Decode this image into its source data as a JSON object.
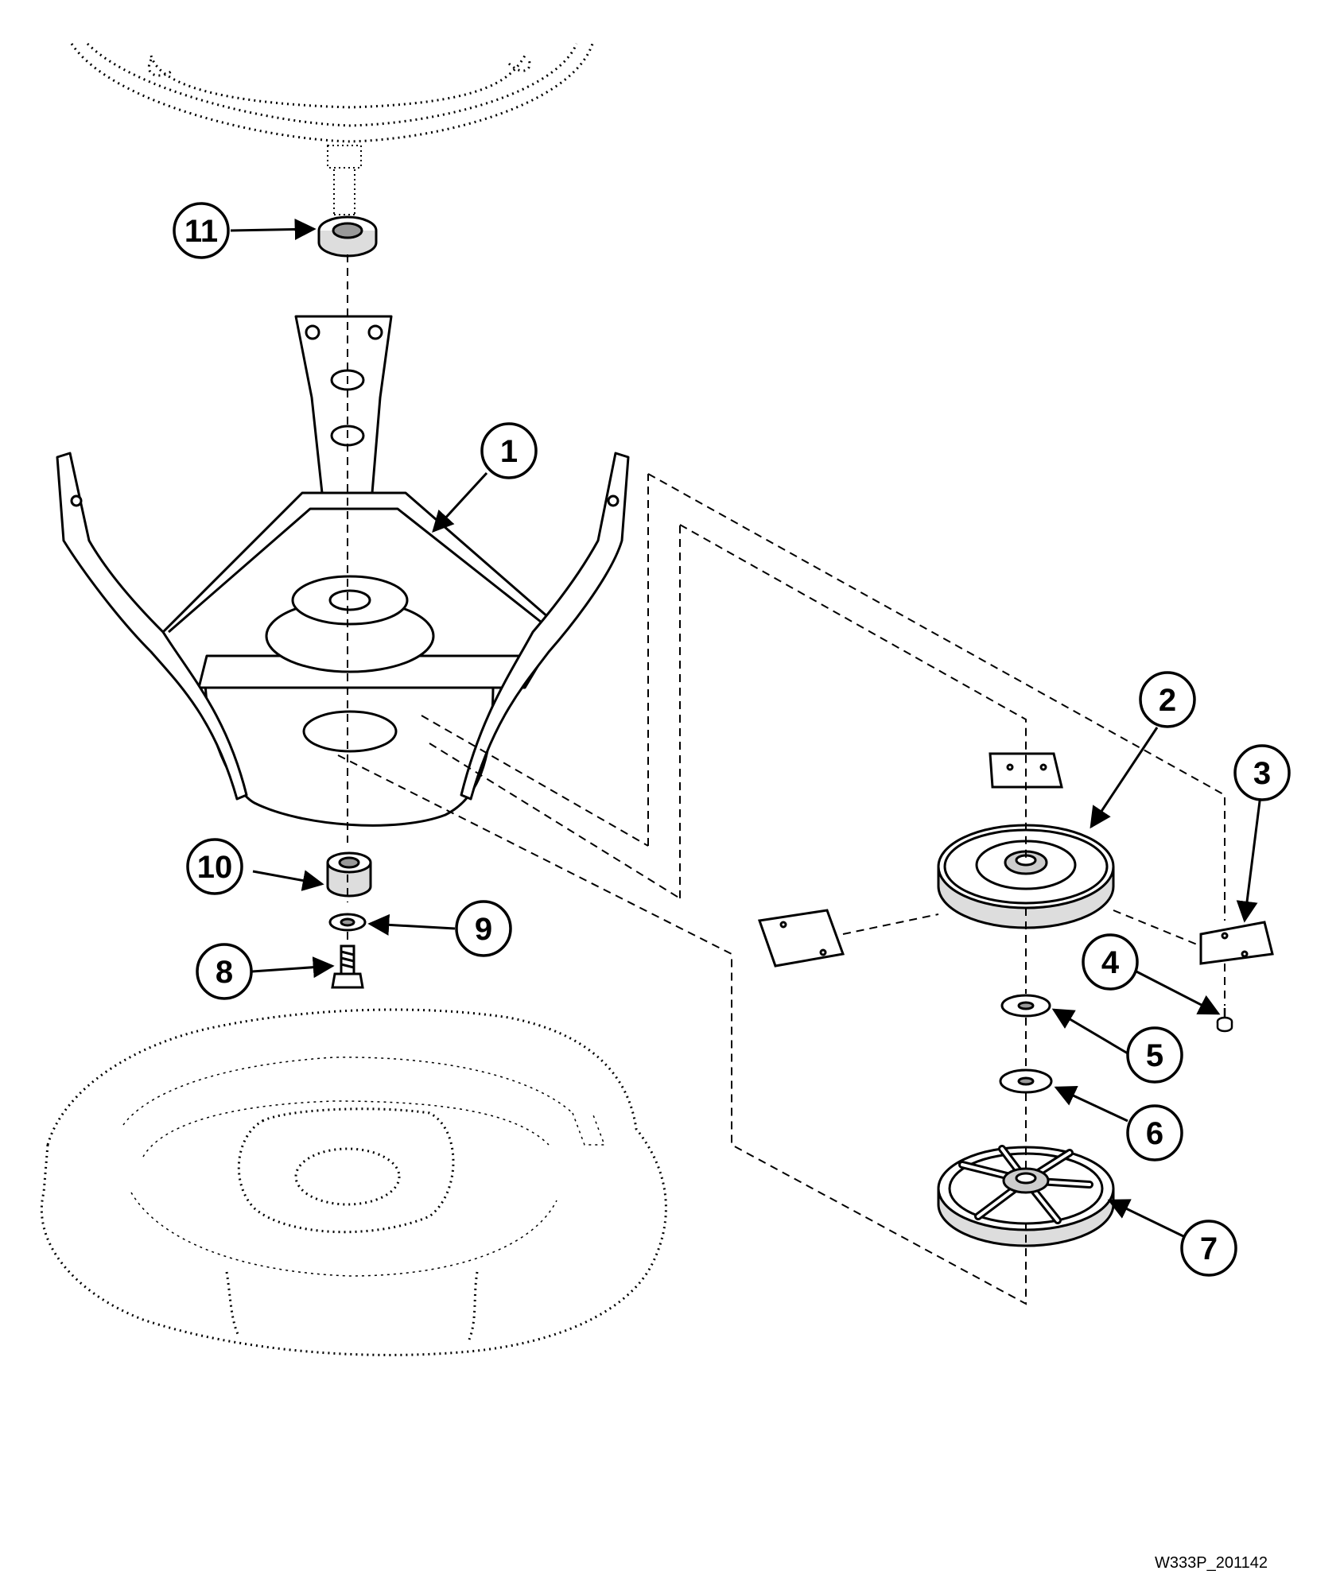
{
  "diagram": {
    "drawing_id": "W333P_201142",
    "callouts": [
      "1",
      "2",
      "3",
      "4",
      "5",
      "6",
      "7",
      "8",
      "9",
      "10",
      "11"
    ],
    "colors": {
      "ink": "#000000",
      "paper": "#ffffff",
      "shade": "#cfcfcf"
    }
  }
}
